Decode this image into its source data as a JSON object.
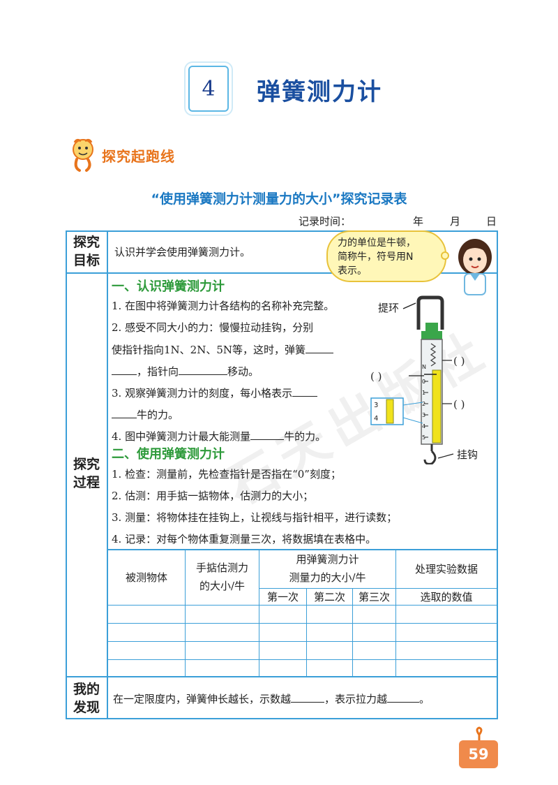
{
  "header": {
    "lesson_number": "4",
    "lesson_title": "弹簧测力计",
    "section_label": "探究起跑线",
    "table_title": "“使用弹簧测力计测量力的大小”探究记录表"
  },
  "record": {
    "time_label": "记录时间：",
    "year": "年",
    "month": "月",
    "day": "日"
  },
  "goal": {
    "heading_line1": "探究",
    "heading_line2": "目标",
    "text": "认识并学会使用弹簧测力计。"
  },
  "bubble": {
    "line1": "力的单位是牛顿，",
    "line2": "简称牛，符号用N",
    "line3": "表示。"
  },
  "process": {
    "heading_line1": "探究",
    "heading_line2": "过程",
    "part1_title": "一、认识弹簧测力计",
    "p1_item1": "1.  在图中将弹簧测力计各结构的名称补充完整。",
    "p1_item2_a": "2.  感受不同大小的力：慢慢拉动挂钩，分别",
    "p1_item2_b_pre": "使指针指向1N、2N、5N等，这时，弹簧",
    "p1_item2_c_mid": "，指针向",
    "p1_item2_c_post": "移动。",
    "p1_item3_a": "3.  观察弹簧测力计的刻度，每小格表示",
    "p1_item3_b": "牛的力。",
    "p1_item4_pre": "4.  图中弹簧测力计最大能测量",
    "p1_item4_post": "牛的力。",
    "part2_title": "二、使用弹簧测力计",
    "p2_item1": "1.  检查：测量前，先检查指针是否指在“0”刻度；",
    "p2_item2": "2.  估测：用手掂一掂物体，估测力的大小；",
    "p2_item3": "3.  测量：将物体挂在挂钩上，让视线与指针相平，进行读数；",
    "p2_item4": "4.  记录：对每个物体重复测量三次，将数据填在表格中。"
  },
  "diagram": {
    "label_ring": "提环",
    "label_hook": "挂钩",
    "paren_right_1": "(          )",
    "paren_left": "(          )",
    "paren_right_2": "(          )",
    "scale_labels": [
      "N",
      "0",
      "1",
      "2",
      "3",
      "4",
      "5"
    ],
    "zoom_labels": [
      "3",
      "4"
    ]
  },
  "data_table": {
    "col_object": "被测物体",
    "col_estimate_line1": "手掂估测力",
    "col_estimate_line2": "的大小/牛",
    "col_measure_line1": "用弹簧测力计",
    "col_measure_line2": "测量力的大小/牛",
    "col_process": "处理实验数据",
    "sub_first": "第一次",
    "sub_second": "第二次",
    "sub_third": "第三次",
    "sub_selected": "选取的数值"
  },
  "finding": {
    "heading_line1": "我的",
    "heading_line2": "发现",
    "text_pre": "在一定限度内，弹簧伸长越长，示数越",
    "text_mid": "，表示拉力越",
    "text_post": "。"
  },
  "watermark": "石天出版社",
  "page_number": "59",
  "colors": {
    "frame": "#3b9fd8",
    "title_blue": "#1a4fa0",
    "section_orange": "#e8741c",
    "subhead_green": "#2d9a3a",
    "bubble_fill": "#fff7b8",
    "page_badge": "#f08a4b"
  }
}
